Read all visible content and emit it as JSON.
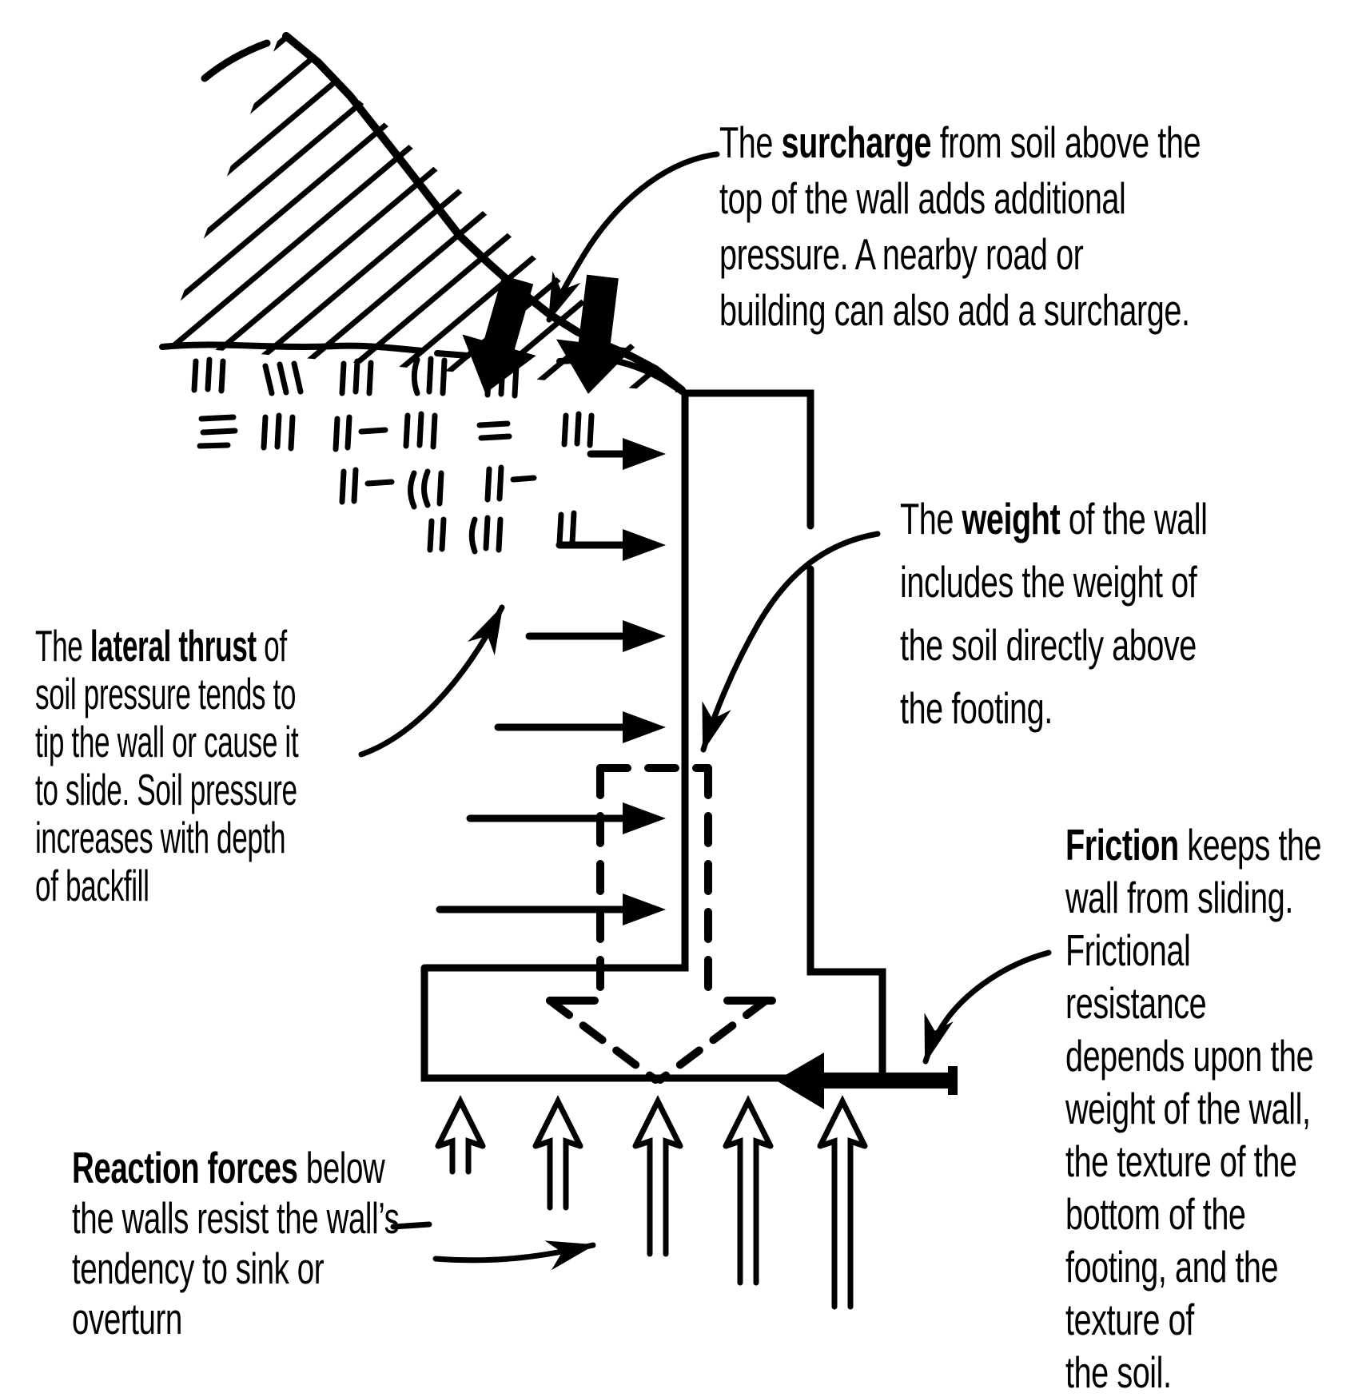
{
  "figure": {
    "type": "retaining-wall-forces-diagram",
    "colors": {
      "ink": "#000000",
      "paper": "#ffffff"
    },
    "annotations": {
      "surcharge": {
        "lines": [
          {
            "pre": "The ",
            "bold": "surcharge",
            "post": " from soil above the"
          },
          {
            "pre": "top of the wall adds additional",
            "bold": "",
            "post": ""
          },
          {
            "pre": "pressure. A nearby road or",
            "bold": "",
            "post": ""
          },
          {
            "pre": "building can also add a surcharge.",
            "bold": "",
            "post": ""
          }
        ]
      },
      "weight": {
        "lines": [
          {
            "pre": "The ",
            "bold": "weight",
            "post": " of the wall"
          },
          {
            "pre": "includes the weight of",
            "bold": "",
            "post": ""
          },
          {
            "pre": "the soil directly above",
            "bold": "",
            "post": ""
          },
          {
            "pre": "the footing.",
            "bold": "",
            "post": ""
          }
        ]
      },
      "lateral_thrust": {
        "lines": [
          {
            "pre": "The ",
            "bold": "lateral thrust",
            "post": " of"
          },
          {
            "pre": "soil pressure tends to",
            "bold": "",
            "post": ""
          },
          {
            "pre": "tip the wall or cause it",
            "bold": "",
            "post": ""
          },
          {
            "pre": "to slide. Soil pressure",
            "bold": "",
            "post": ""
          },
          {
            "pre": "increases with depth",
            "bold": "",
            "post": ""
          },
          {
            "pre": "of backfill",
            "bold": "",
            "post": ""
          }
        ]
      },
      "friction": {
        "lines": [
          {
            "pre": "",
            "bold": "Friction",
            "post": " keeps the"
          },
          {
            "pre": "wall from sliding.",
            "bold": "",
            "post": ""
          },
          {
            "pre": "Frictional",
            "bold": "",
            "post": ""
          },
          {
            "pre": "resistance",
            "bold": "",
            "post": ""
          },
          {
            "pre": "depends upon the",
            "bold": "",
            "post": ""
          },
          {
            "pre": "weight of the wall,",
            "bold": "",
            "post": ""
          },
          {
            "pre": "the texture of the",
            "bold": "",
            "post": ""
          },
          {
            "pre": "bottom of the",
            "bold": "",
            "post": ""
          },
          {
            "pre": "footing, and the",
            "bold": "",
            "post": ""
          },
          {
            "pre": "texture of",
            "bold": "",
            "post": ""
          },
          {
            "pre": "the soil.",
            "bold": "",
            "post": ""
          }
        ]
      },
      "reaction_forces": {
        "lines": [
          {
            "pre": "",
            "bold": "Reaction forces",
            "post": " below"
          },
          {
            "pre": "the walls resist the wall’s",
            "bold": "",
            "post": ""
          },
          {
            "pre": "tendency to sink or",
            "bold": "",
            "post": ""
          },
          {
            "pre": "overturn",
            "bold": "",
            "post": ""
          }
        ]
      }
    }
  }
}
